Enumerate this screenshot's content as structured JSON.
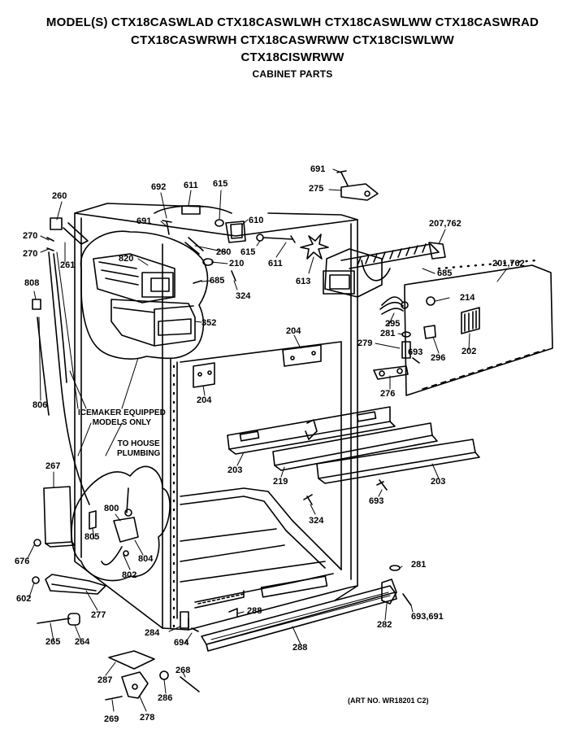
{
  "header": {
    "line1": "MODEL(S) CTX18CASWLAD  CTX18CASWLWH  CTX18CASWLWW  CTX18CASWRAD",
    "line2": "CTX18CASWRWH  CTX18CASWRWW  CTX18CISWLWW",
    "line3": "CTX18CISWRWW",
    "subtitle": "CABINET PARTS"
  },
  "notes": {
    "icemaker_line1": "ICEMAKER EQUIPPED",
    "icemaker_line2": "MODELS ONLY",
    "plumbing_line1": "TO HOUSE",
    "plumbing_line2": "PLUMBING"
  },
  "art_number": "(ART NO. WR18201 C2)",
  "part_labels": {
    "p260": "260",
    "p270a": "270",
    "p270b": "270",
    "p261": "261",
    "p808": "808",
    "p806": "806",
    "p267": "267",
    "p676": "676",
    "p602": "602",
    "p277": "277",
    "p265": "265",
    "p264": "264",
    "p287": "287",
    "p269": "269",
    "p278": "278",
    "p286": "286",
    "p268": "268",
    "p284": "284",
    "p694": "694",
    "p288a": "288",
    "p288b": "288",
    "p805": "805",
    "p800": "800",
    "p804": "804",
    "p802": "802",
    "p692": "692",
    "p611a": "611",
    "p615a": "615",
    "p691a": "691",
    "p610": "610",
    "p280": "280",
    "p615b": "615",
    "p210": "210",
    "p820": "820",
    "p685a": "685",
    "p324a": "324",
    "p352": "352",
    "p611b": "611",
    "p613": "613",
    "p691b": "691",
    "p275": "275",
    "p207": "207,762",
    "p685b": "685",
    "p201": "201,762",
    "p214": "214",
    "p295": "295",
    "p281a": "281",
    "p279": "279",
    "p693a": "693",
    "p296": "296",
    "p202": "202",
    "p276": "276",
    "p204a": "204",
    "p204b": "204",
    "p203a": "203",
    "p219": "219",
    "p203b": "203",
    "p693b": "693",
    "p324b": "324",
    "p281b": "281",
    "p282": "282",
    "p693c": "693,691"
  }
}
